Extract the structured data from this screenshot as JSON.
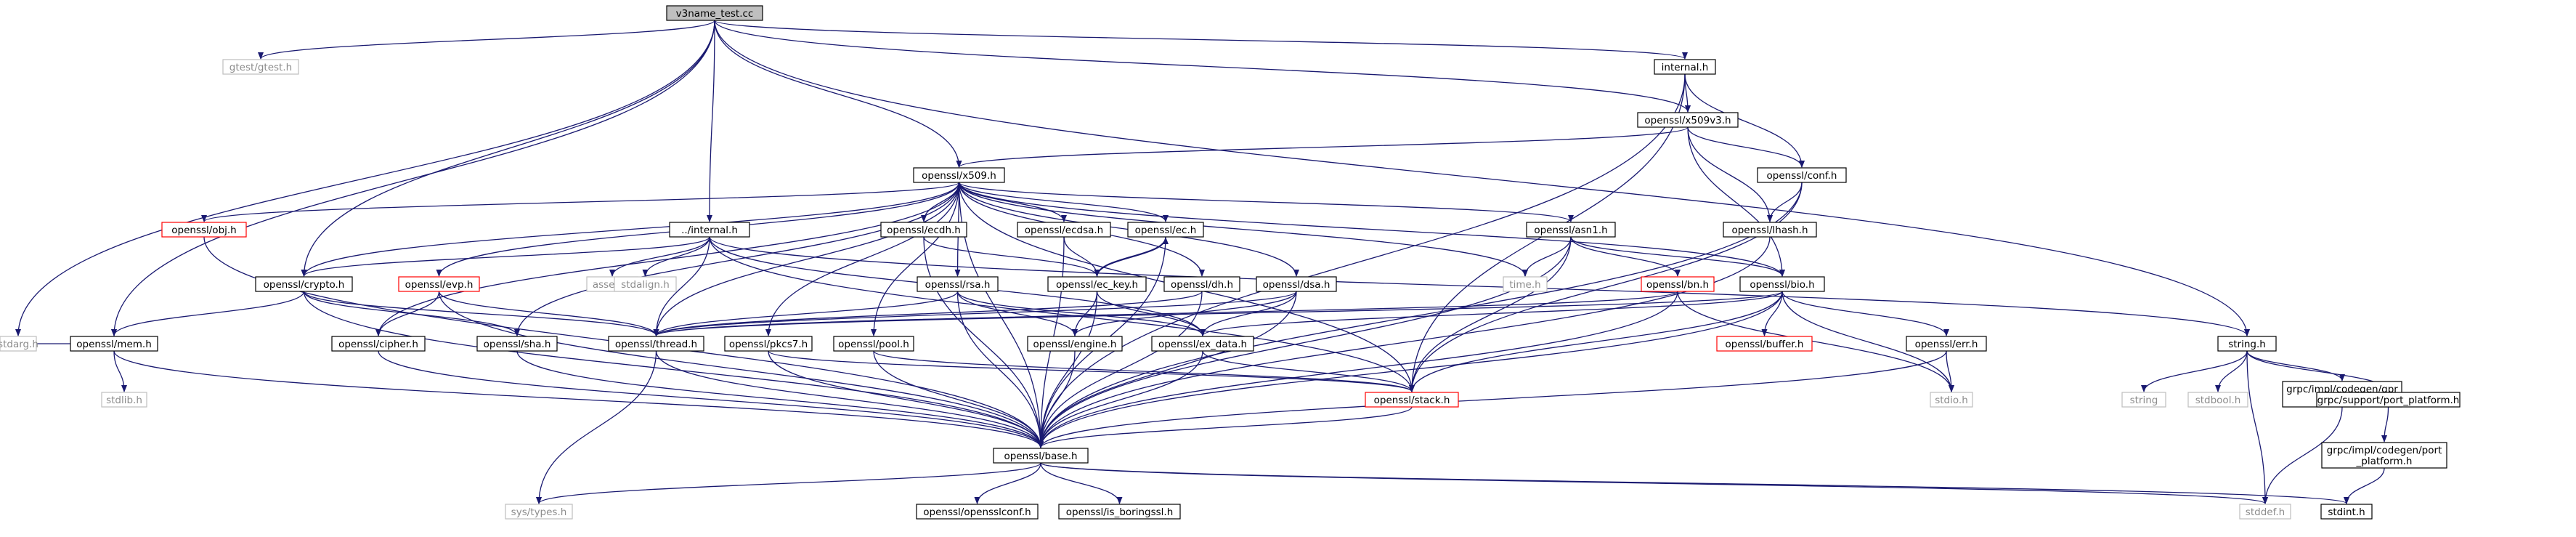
{
  "colors": {
    "edge": "#191970",
    "node_border": "#000000",
    "missing_border": "#bfbfbf",
    "missing_text": "#8c8c8c",
    "truncated_border": "#ff0000",
    "root_fill": "#bfbfbf",
    "node_fill": "#ffffff"
  },
  "nodes": [
    {
      "id": "root",
      "label": "v3name_test.cc",
      "kind": "root"
    },
    {
      "id": "stdarg",
      "label": "stdarg.h",
      "kind": "missing"
    },
    {
      "id": "gtest",
      "label": "gtest/gtest.h",
      "kind": "missing"
    },
    {
      "id": "mem",
      "label": "openssl/mem.h",
      "kind": "normal"
    },
    {
      "id": "crypto",
      "label": "openssl/crypto.h",
      "kind": "normal"
    },
    {
      "id": "x509",
      "label": "openssl/x509.h",
      "kind": "normal"
    },
    {
      "id": "x509v3",
      "label": "openssl/x509v3.h",
      "kind": "normal"
    },
    {
      "id": "internalh",
      "label": "internal.h",
      "kind": "normal"
    },
    {
      "id": "dotinternal",
      "label": "../internal.h",
      "kind": "normal"
    },
    {
      "id": "stringh",
      "label": "string.h",
      "kind": "normal"
    },
    {
      "id": "conf",
      "label": "openssl/conf.h",
      "kind": "normal"
    },
    {
      "id": "lhash",
      "label": "openssl/lhash.h",
      "kind": "normal"
    },
    {
      "id": "obj",
      "label": "openssl/obj.h",
      "kind": "truncated"
    },
    {
      "id": "ecdh",
      "label": "openssl/ecdh.h",
      "kind": "normal"
    },
    {
      "id": "ecdsa",
      "label": "openssl/ecdsa.h",
      "kind": "normal"
    },
    {
      "id": "ec",
      "label": "openssl/ec.h",
      "kind": "normal"
    },
    {
      "id": "asn1",
      "label": "openssl/asn1.h",
      "kind": "normal"
    },
    {
      "id": "evp",
      "label": "openssl/evp.h",
      "kind": "truncated"
    },
    {
      "id": "assert",
      "label": "assert.h",
      "kind": "missing"
    },
    {
      "id": "stdalign",
      "label": "stdalign.h",
      "kind": "missing"
    },
    {
      "id": "rsa",
      "label": "openssl/rsa.h",
      "kind": "normal"
    },
    {
      "id": "eckey",
      "label": "openssl/ec_key.h",
      "kind": "normal"
    },
    {
      "id": "dh",
      "label": "openssl/dh.h",
      "kind": "normal"
    },
    {
      "id": "dsa",
      "label": "openssl/dsa.h",
      "kind": "normal"
    },
    {
      "id": "time",
      "label": "time.h",
      "kind": "missing"
    },
    {
      "id": "bn",
      "label": "openssl/bn.h",
      "kind": "truncated"
    },
    {
      "id": "bio",
      "label": "openssl/bio.h",
      "kind": "normal"
    },
    {
      "id": "cipher",
      "label": "openssl/cipher.h",
      "kind": "normal"
    },
    {
      "id": "sha",
      "label": "openssl/sha.h",
      "kind": "normal"
    },
    {
      "id": "thread",
      "label": "openssl/thread.h",
      "kind": "normal"
    },
    {
      "id": "pkcs7",
      "label": "openssl/pkcs7.h",
      "kind": "normal"
    },
    {
      "id": "pool",
      "label": "openssl/pool.h",
      "kind": "normal"
    },
    {
      "id": "engine",
      "label": "openssl/engine.h",
      "kind": "normal"
    },
    {
      "id": "exdata",
      "label": "openssl/ex_data.h",
      "kind": "normal"
    },
    {
      "id": "buffer",
      "label": "openssl/buffer.h",
      "kind": "truncated"
    },
    {
      "id": "err",
      "label": "openssl/err.h",
      "kind": "normal"
    },
    {
      "id": "stack",
      "label": "openssl/stack.h",
      "kind": "truncated"
    },
    {
      "id": "stdio",
      "label": "stdio.h",
      "kind": "missing"
    },
    {
      "id": "stdlib",
      "label": "stdlib.h",
      "kind": "missing"
    },
    {
      "id": "base",
      "label": "openssl/base.h",
      "kind": "normal"
    },
    {
      "id": "string",
      "label": "string",
      "kind": "missing"
    },
    {
      "id": "stdbool",
      "label": "stdbool.h",
      "kind": "missing"
    },
    {
      "id": "gprtypes",
      "label": [
        "grpc/impl/codegen/gpr",
        "_types.h"
      ],
      "kind": "normal"
    },
    {
      "id": "portplat",
      "label": "grpc/support/port_platform.h",
      "kind": "normal"
    },
    {
      "id": "cgportplat",
      "label": [
        "grpc/impl/codegen/port",
        "_platform.h"
      ],
      "kind": "normal"
    },
    {
      "id": "systypes",
      "label": "sys/types.h",
      "kind": "missing"
    },
    {
      "id": "opensslconf",
      "label": "openssl/opensslconf.h",
      "kind": "normal"
    },
    {
      "id": "isboringssl",
      "label": "openssl/is_boringssl.h",
      "kind": "normal"
    },
    {
      "id": "stddef",
      "label": "stddef.h",
      "kind": "missing"
    },
    {
      "id": "stdint",
      "label": "stdint.h",
      "kind": "normal"
    }
  ],
  "edges": [
    [
      "root",
      "stdarg"
    ],
    [
      "root",
      "gtest"
    ],
    [
      "root",
      "mem"
    ],
    [
      "root",
      "crypto"
    ],
    [
      "root",
      "x509"
    ],
    [
      "root",
      "x509v3"
    ],
    [
      "root",
      "internalh"
    ],
    [
      "root",
      "dotinternal"
    ],
    [
      "root",
      "stringh"
    ],
    [
      "internalh",
      "x509v3"
    ],
    [
      "internalh",
      "conf"
    ],
    [
      "internalh",
      "stack"
    ],
    [
      "internalh",
      "base"
    ],
    [
      "x509v3",
      "x509"
    ],
    [
      "x509v3",
      "conf"
    ],
    [
      "x509v3",
      "lhash"
    ],
    [
      "x509v3",
      "bio"
    ],
    [
      "conf",
      "lhash"
    ],
    [
      "conf",
      "stack"
    ],
    [
      "conf",
      "base"
    ],
    [
      "lhash",
      "base"
    ],
    [
      "x509",
      "obj"
    ],
    [
      "x509",
      "crypto"
    ],
    [
      "x509",
      "evp"
    ],
    [
      "x509",
      "cipher"
    ],
    [
      "x509",
      "sha"
    ],
    [
      "x509",
      "thread"
    ],
    [
      "x509",
      "pkcs7"
    ],
    [
      "x509",
      "pool"
    ],
    [
      "x509",
      "ecdh"
    ],
    [
      "x509",
      "ecdsa"
    ],
    [
      "x509",
      "ec"
    ],
    [
      "x509",
      "rsa"
    ],
    [
      "x509",
      "dh"
    ],
    [
      "x509",
      "dsa"
    ],
    [
      "x509",
      "asn1"
    ],
    [
      "x509",
      "time"
    ],
    [
      "x509",
      "bio"
    ],
    [
      "x509",
      "stack"
    ],
    [
      "x509",
      "base"
    ],
    [
      "obj",
      "base"
    ],
    [
      "dotinternal",
      "crypto"
    ],
    [
      "dotinternal",
      "assert"
    ],
    [
      "dotinternal",
      "stdalign"
    ],
    [
      "dotinternal",
      "thread"
    ],
    [
      "dotinternal",
      "stringh"
    ],
    [
      "dotinternal",
      "stack"
    ],
    [
      "dotinternal",
      "exdata"
    ],
    [
      "crypto",
      "mem"
    ],
    [
      "crypto",
      "sha"
    ],
    [
      "crypto",
      "thread"
    ],
    [
      "crypto",
      "base"
    ],
    [
      "mem",
      "stdarg"
    ],
    [
      "mem",
      "stdlib"
    ],
    [
      "mem",
      "base"
    ],
    [
      "evp",
      "cipher"
    ],
    [
      "evp",
      "thread"
    ],
    [
      "evp",
      "base"
    ],
    [
      "cipher",
      "base"
    ],
    [
      "sha",
      "base"
    ],
    [
      "thread",
      "systypes"
    ],
    [
      "thread",
      "base"
    ],
    [
      "pkcs7",
      "stack"
    ],
    [
      "pkcs7",
      "base"
    ],
    [
      "pool",
      "stack"
    ],
    [
      "pool",
      "base"
    ],
    [
      "ecdh",
      "eckey"
    ],
    [
      "ecdh",
      "base"
    ],
    [
      "ecdsa",
      "eckey"
    ],
    [
      "ecdsa",
      "base"
    ],
    [
      "ec",
      "eckey"
    ],
    [
      "ec",
      "base"
    ],
    [
      "eckey",
      "ec"
    ],
    [
      "eckey",
      "engine"
    ],
    [
      "eckey",
      "exdata"
    ],
    [
      "eckey",
      "base"
    ],
    [
      "rsa",
      "thread"
    ],
    [
      "rsa",
      "engine"
    ],
    [
      "rsa",
      "exdata"
    ],
    [
      "rsa",
      "base"
    ],
    [
      "dh",
      "thread"
    ],
    [
      "dh",
      "base"
    ],
    [
      "dsa",
      "engine"
    ],
    [
      "dsa",
      "exdata"
    ],
    [
      "dsa",
      "thread"
    ],
    [
      "dsa",
      "base"
    ],
    [
      "engine",
      "base"
    ],
    [
      "exdata",
      "stack"
    ],
    [
      "exdata",
      "base"
    ],
    [
      "asn1",
      "time"
    ],
    [
      "asn1",
      "bn"
    ],
    [
      "asn1",
      "bio"
    ],
    [
      "asn1",
      "stack"
    ],
    [
      "asn1",
      "base"
    ],
    [
      "bn",
      "thread"
    ],
    [
      "bn",
      "stdio"
    ],
    [
      "bn",
      "base"
    ],
    [
      "bio",
      "buffer"
    ],
    [
      "bio",
      "err"
    ],
    [
      "bio",
      "exdata"
    ],
    [
      "bio",
      "thread"
    ],
    [
      "bio",
      "stack"
    ],
    [
      "bio",
      "stdio"
    ],
    [
      "bio",
      "base"
    ],
    [
      "err",
      "stdio"
    ],
    [
      "err",
      "base"
    ],
    [
      "stack",
      "base"
    ],
    [
      "stringh",
      "string"
    ],
    [
      "stringh",
      "stdbool"
    ],
    [
      "stringh",
      "gprtypes"
    ],
    [
      "stringh",
      "portplat"
    ],
    [
      "stringh",
      "stddef"
    ],
    [
      "gprtypes",
      "stddef"
    ],
    [
      "portplat",
      "cgportplat"
    ],
    [
      "cgportplat",
      "stdint"
    ],
    [
      "base",
      "systypes"
    ],
    [
      "base",
      "opensslconf"
    ],
    [
      "base",
      "isboringssl"
    ],
    [
      "base",
      "stddef"
    ],
    [
      "base",
      "stdint"
    ]
  ]
}
